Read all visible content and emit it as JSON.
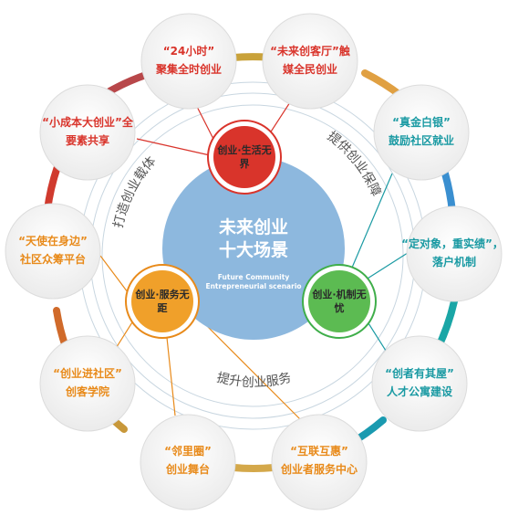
{
  "core": {
    "title_line1": "未来创业",
    "title_line2": "十大场景",
    "subtitle_line1": "Future Community",
    "subtitle_line2": "Entrepreneurial scenario"
  },
  "hubs": {
    "life": {
      "line1": "创业·生活无",
      "line2": "界"
    },
    "service": {
      "line1": "创业·服务无",
      "line2": "距"
    },
    "mechanism": {
      "line1": "创业·机制无",
      "line2": "忧"
    }
  },
  "arcs": {
    "carrier": "打造创业载体",
    "guarantee": "提供创业保障",
    "service": "提升创业服务"
  },
  "satellites": [
    {
      "line1": "“24小时”",
      "line2": "聚集全时创业"
    },
    {
      "line1": "“未来创客厅”触",
      "line2": "媒全民创业"
    },
    {
      "line1": "“真金白银”",
      "line2": "鼓励社区就业"
    },
    {
      "line1": "“定对象，重实绩”，",
      "line2": "落户机制"
    },
    {
      "line1": "“创者有其屋”",
      "line2": "人才公寓建设"
    },
    {
      "line1": "“互联互惠”",
      "line2": "创业者服务中心"
    },
    {
      "line1": "“邻里圈”",
      "line2": "创业舞台"
    },
    {
      "line1": "“创业进社区”",
      "line2": "创客学院"
    },
    {
      "line1": "“天使在身边”",
      "line2": "社区众筹平台"
    },
    {
      "line1": "“小成本大创业”全",
      "line2": "要素共享"
    }
  ],
  "colors": {
    "red": "#d9342b",
    "teal": "#1a9aa3",
    "orange": "#e88a1a",
    "core_blue": "#8db8de",
    "mechanism_green": "#3fae4a",
    "ring_blue": "#3a8fd0"
  }
}
